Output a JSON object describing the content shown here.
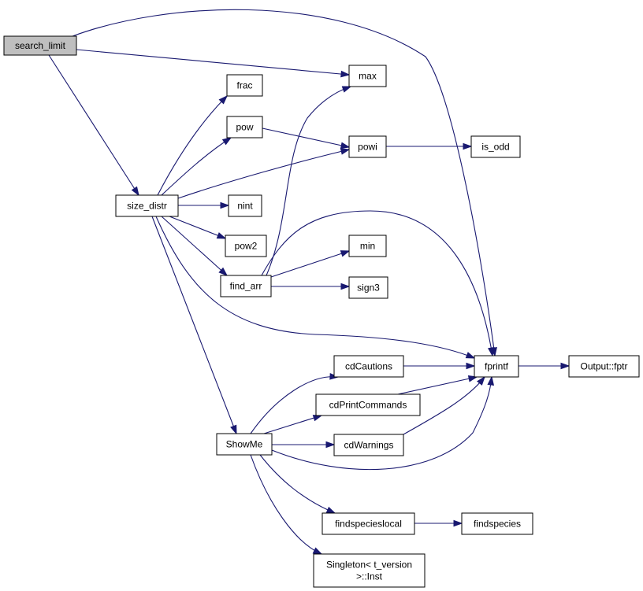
{
  "graph": {
    "nodes": [
      {
        "id": "search_limit",
        "lines": [
          "search_limit"
        ],
        "root": true
      },
      {
        "id": "max",
        "lines": [
          "max"
        ]
      },
      {
        "id": "frac",
        "lines": [
          "frac"
        ]
      },
      {
        "id": "pow",
        "lines": [
          "pow"
        ]
      },
      {
        "id": "powi",
        "lines": [
          "powi"
        ]
      },
      {
        "id": "is_odd",
        "lines": [
          "is_odd"
        ]
      },
      {
        "id": "size_distr",
        "lines": [
          "size_distr"
        ]
      },
      {
        "id": "nint",
        "lines": [
          "nint"
        ]
      },
      {
        "id": "pow2",
        "lines": [
          "pow2"
        ]
      },
      {
        "id": "min",
        "lines": [
          "min"
        ]
      },
      {
        "id": "find_arr",
        "lines": [
          "find_arr"
        ]
      },
      {
        "id": "sign3",
        "lines": [
          "sign3"
        ]
      },
      {
        "id": "cdCautions",
        "lines": [
          "cdCautions"
        ]
      },
      {
        "id": "fprintf",
        "lines": [
          "fprintf"
        ]
      },
      {
        "id": "output_fptr",
        "lines": [
          "Output::fptr"
        ]
      },
      {
        "id": "cdPrintCommands",
        "lines": [
          "cdPrintCommands"
        ]
      },
      {
        "id": "ShowMe",
        "lines": [
          "ShowMe"
        ]
      },
      {
        "id": "cdWarnings",
        "lines": [
          "cdWarnings"
        ]
      },
      {
        "id": "findspecieslocal",
        "lines": [
          "findspecieslocal"
        ]
      },
      {
        "id": "findspecies",
        "lines": [
          "findspecies"
        ]
      },
      {
        "id": "singleton_inst",
        "lines": [
          "Singleton< t_version",
          ">::Inst"
        ]
      }
    ],
    "edges": [
      [
        "search_limit",
        "fprintf"
      ],
      [
        "search_limit",
        "max"
      ],
      [
        "search_limit",
        "size_distr"
      ],
      [
        "size_distr",
        "frac"
      ],
      [
        "size_distr",
        "pow"
      ],
      [
        "size_distr",
        "powi"
      ],
      [
        "size_distr",
        "nint"
      ],
      [
        "size_distr",
        "pow2"
      ],
      [
        "size_distr",
        "find_arr"
      ],
      [
        "size_distr",
        "fprintf"
      ],
      [
        "size_distr",
        "ShowMe"
      ],
      [
        "pow",
        "powi"
      ],
      [
        "powi",
        "is_odd"
      ],
      [
        "find_arr",
        "max"
      ],
      [
        "find_arr",
        "fprintf"
      ],
      [
        "find_arr",
        "min"
      ],
      [
        "find_arr",
        "sign3"
      ],
      [
        "cdCautions",
        "fprintf"
      ],
      [
        "cdPrintCommands",
        "fprintf"
      ],
      [
        "cdWarnings",
        "fprintf"
      ],
      [
        "ShowMe",
        "cdCautions"
      ],
      [
        "ShowMe",
        "cdPrintCommands"
      ],
      [
        "ShowMe",
        "cdWarnings"
      ],
      [
        "ShowMe",
        "fprintf"
      ],
      [
        "ShowMe",
        "findspecieslocal"
      ],
      [
        "ShowMe",
        "singleton_inst"
      ],
      [
        "findspecieslocal",
        "findspecies"
      ],
      [
        "fprintf",
        "output_fptr"
      ]
    ]
  }
}
